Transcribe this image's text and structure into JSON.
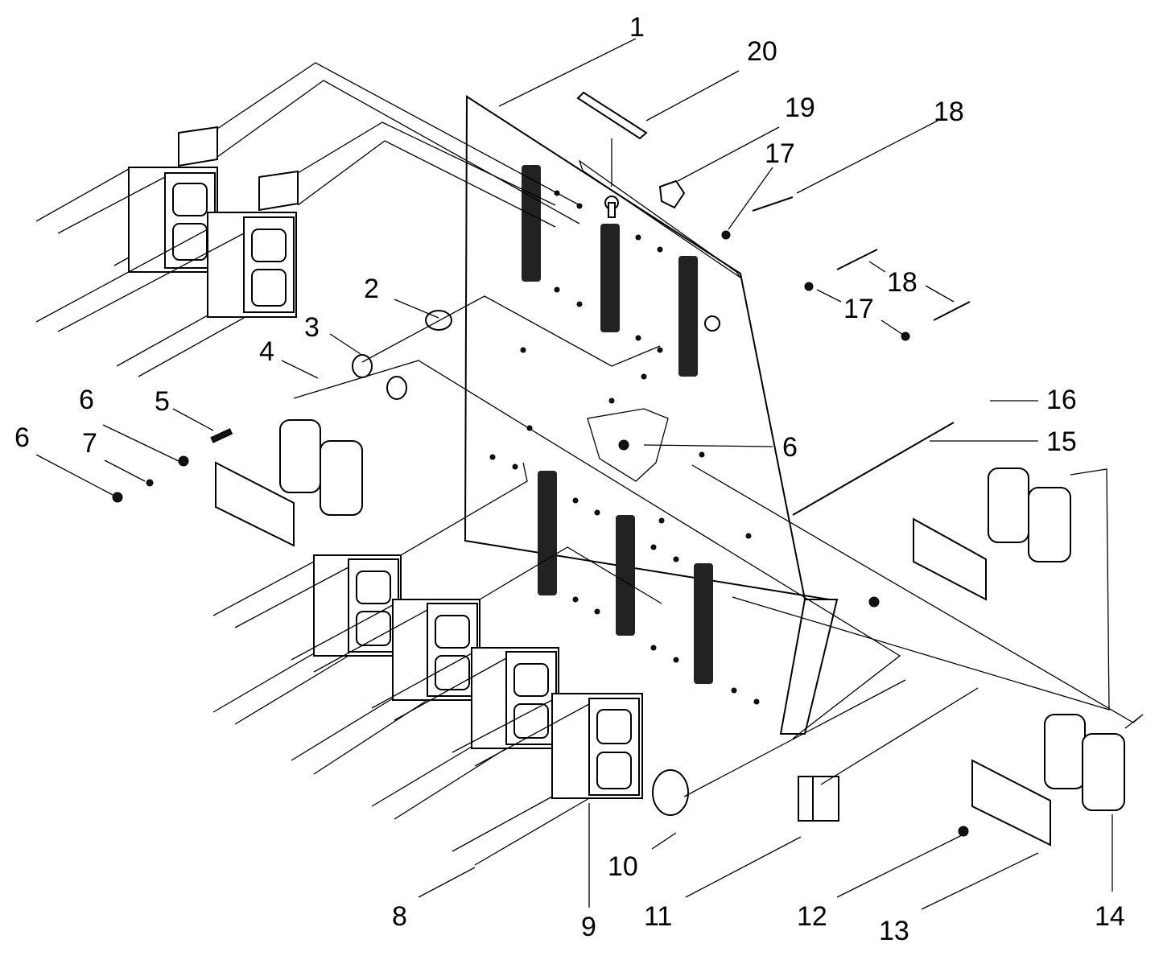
{
  "diagram": {
    "type": "exploded-parts-view",
    "callouts": [
      "1",
      "2",
      "3",
      "4",
      "5",
      "6",
      "6",
      "7",
      "6",
      "8",
      "9",
      "10",
      "11",
      "12",
      "13",
      "14",
      "15",
      "16",
      "17",
      "17",
      "18",
      "18",
      "19",
      "20"
    ]
  }
}
